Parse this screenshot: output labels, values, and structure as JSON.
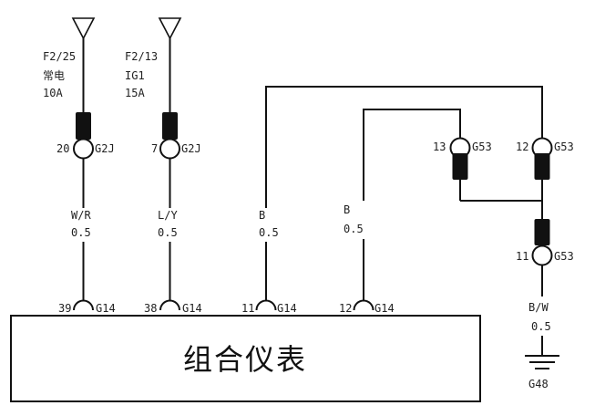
{
  "sources": [
    {
      "line1": "F2/25",
      "line2": "常电",
      "line3": "10A"
    },
    {
      "line1": "F2/13",
      "line2": "IG1",
      "line3": "15A"
    }
  ],
  "g2j": [
    {
      "pin": "20",
      "label": "G2J"
    },
    {
      "pin": "7",
      "label": "G2J"
    }
  ],
  "wires": [
    {
      "color": "W/R",
      "gauge": "0.5"
    },
    {
      "color": "L/Y",
      "gauge": "0.5"
    },
    {
      "color": "B",
      "gauge": "0.5"
    },
    {
      "color": "B",
      "gauge": "0.5"
    }
  ],
  "g14": [
    {
      "pin": "39",
      "label": "G14"
    },
    {
      "pin": "38",
      "label": "G14"
    },
    {
      "pin": "11",
      "label": "G14"
    },
    {
      "pin": "12",
      "label": "G14"
    }
  ],
  "g53": [
    {
      "pin": "13",
      "label": "G53"
    },
    {
      "pin": "12",
      "label": "G53"
    },
    {
      "pin": "11",
      "label": "G53"
    }
  ],
  "ground_wire": {
    "color": "B/W",
    "gauge": "0.5"
  },
  "ground": "G48",
  "module_name": "组合仪表"
}
